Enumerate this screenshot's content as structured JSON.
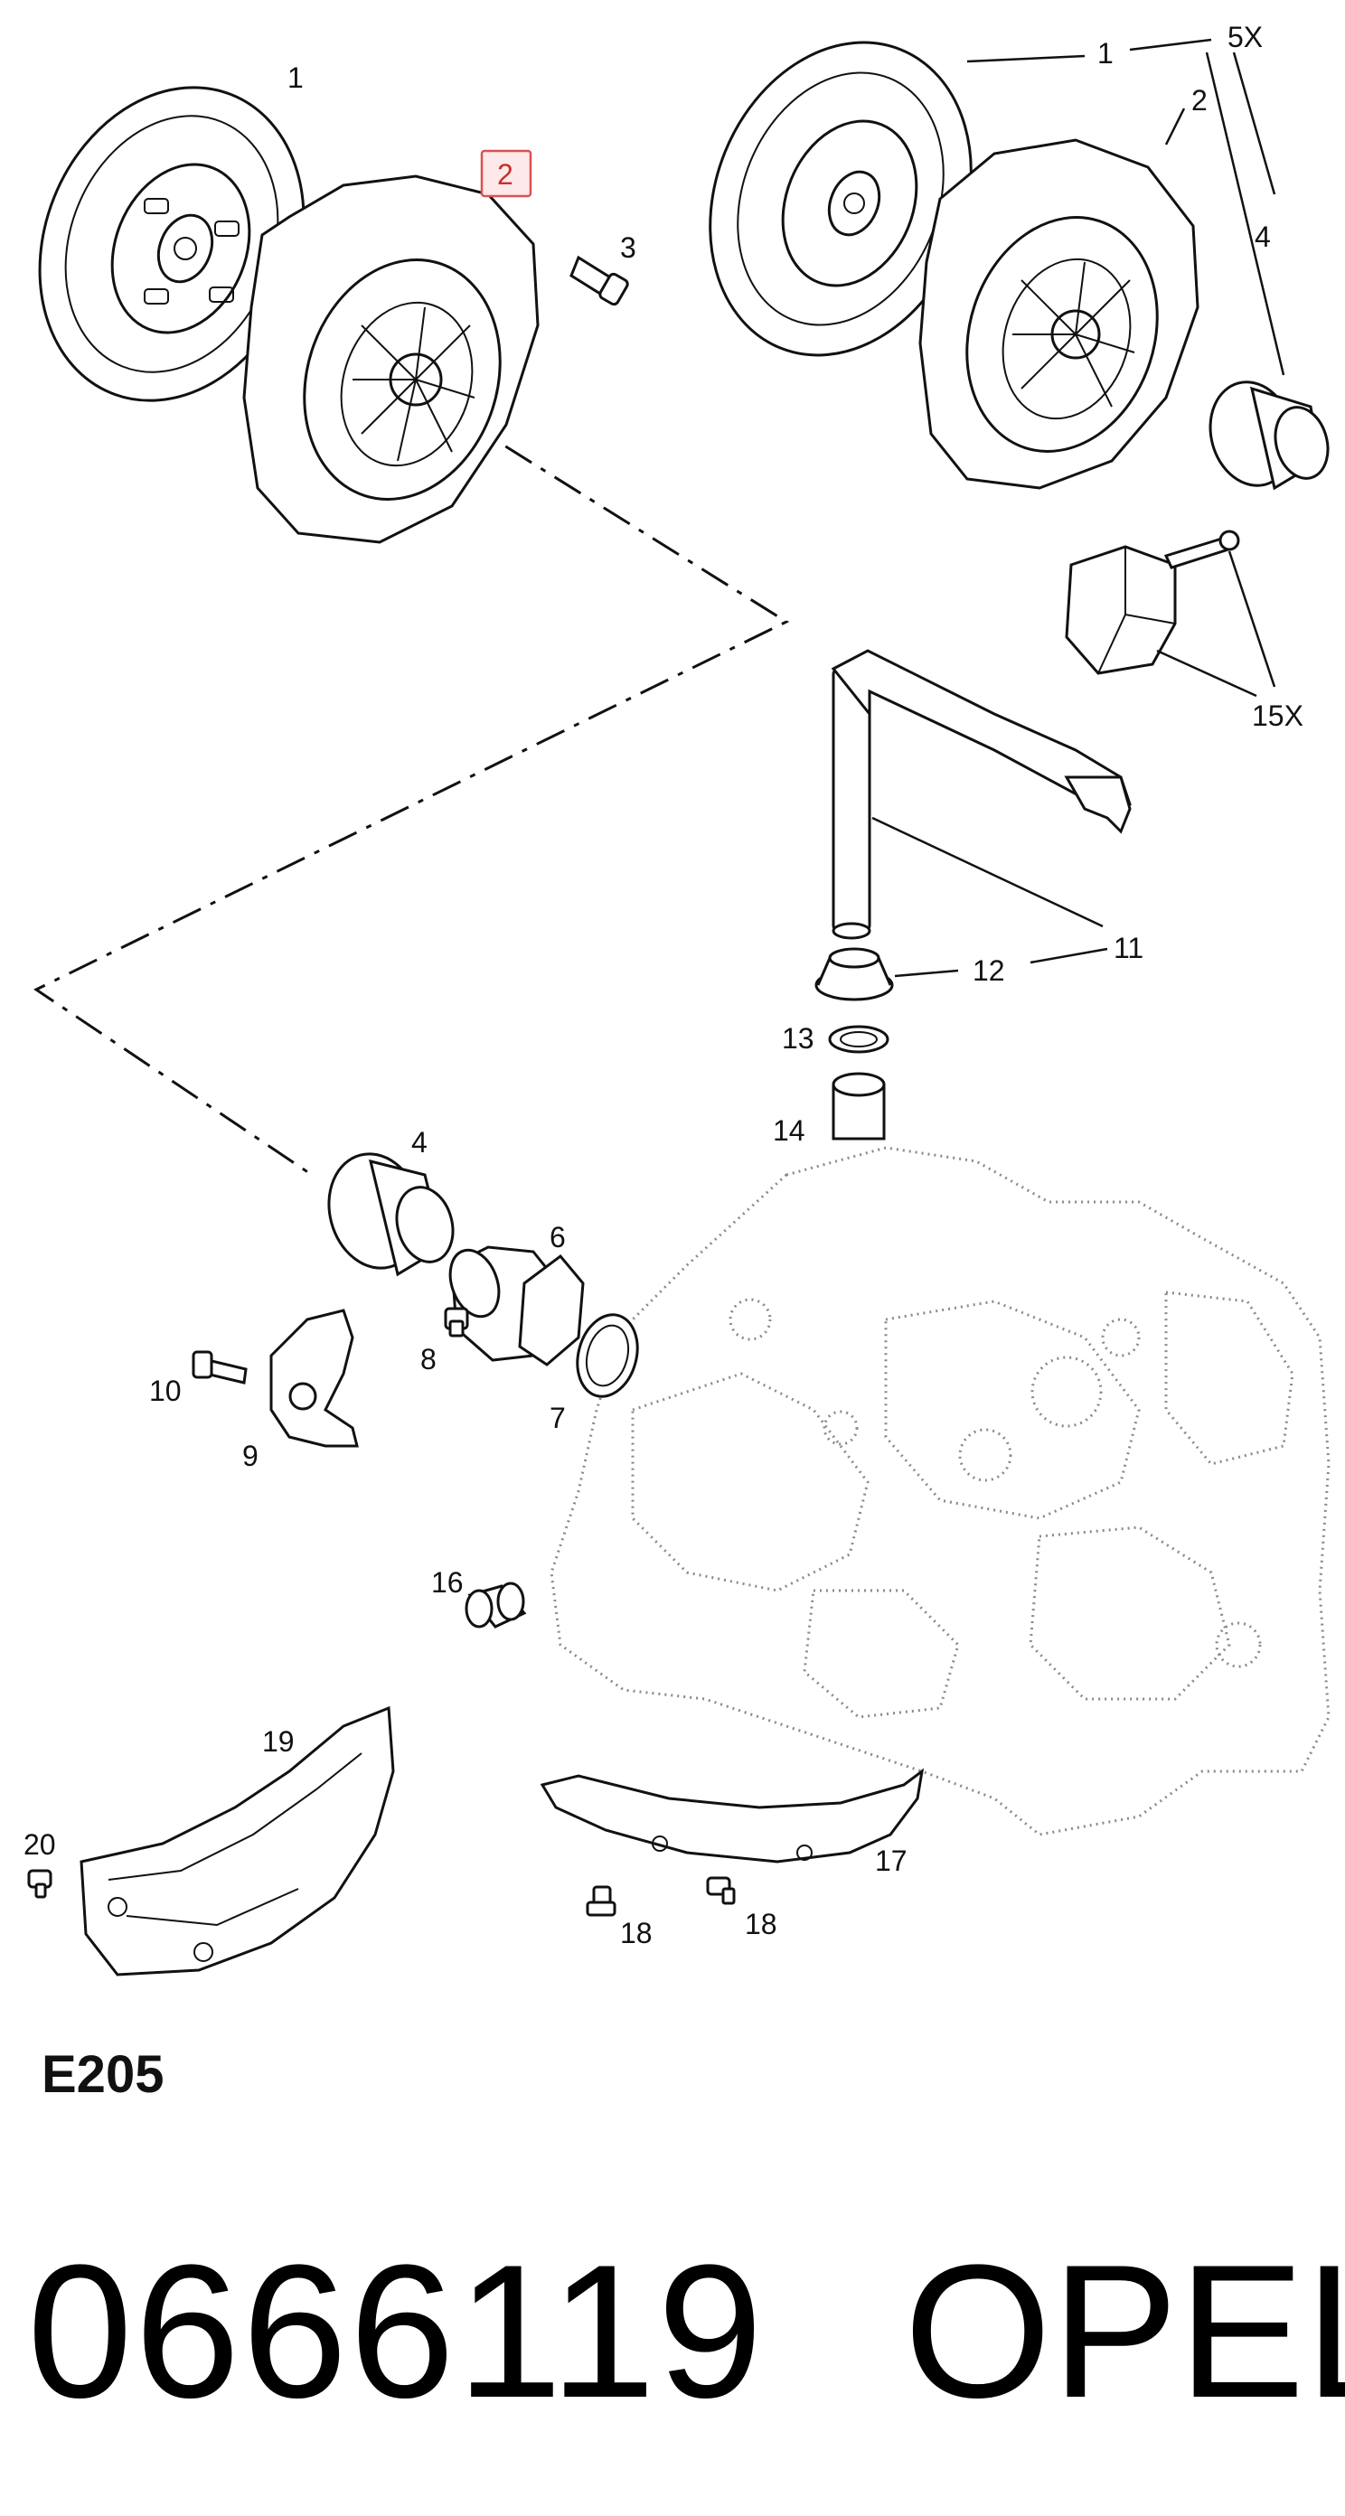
{
  "diagram": {
    "code": "E205",
    "part_number": "0666119",
    "brand": "OPEL",
    "highlighted_callout": "2",
    "callouts": [
      {
        "id": "c1a",
        "text": "1"
      },
      {
        "id": "c2h",
        "text": "2"
      },
      {
        "id": "c3",
        "text": "3"
      },
      {
        "id": "c1b",
        "text": "1"
      },
      {
        "id": "c5x",
        "text": "5X"
      },
      {
        "id": "c2b",
        "text": "2"
      },
      {
        "id": "c4a",
        "text": "4"
      },
      {
        "id": "c15x",
        "text": "15X"
      },
      {
        "id": "c11",
        "text": "11"
      },
      {
        "id": "c12",
        "text": "12"
      },
      {
        "id": "c13",
        "text": "13"
      },
      {
        "id": "c14",
        "text": "14"
      },
      {
        "id": "c4b",
        "text": "4"
      },
      {
        "id": "c6",
        "text": "6"
      },
      {
        "id": "c8",
        "text": "8"
      },
      {
        "id": "c7",
        "text": "7"
      },
      {
        "id": "c10",
        "text": "10"
      },
      {
        "id": "c9",
        "text": "9"
      },
      {
        "id": "c16",
        "text": "16"
      },
      {
        "id": "c19",
        "text": "19"
      },
      {
        "id": "c20",
        "text": "20"
      },
      {
        "id": "c17",
        "text": "17"
      },
      {
        "id": "c18a",
        "text": "18"
      },
      {
        "id": "c18b",
        "text": "18"
      }
    ]
  }
}
